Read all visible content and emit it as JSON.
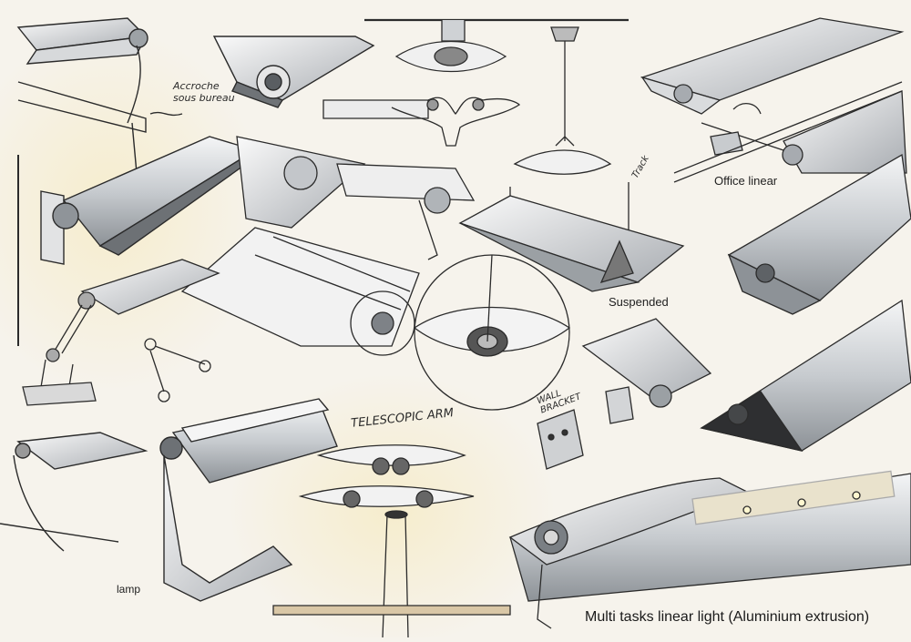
{
  "labels": {
    "note_under_desk": "Accroche sous bureau",
    "track": "Track",
    "office_linear": "Office linear",
    "suspended": "Suspended",
    "wall_bracket": "WALL BRACKET",
    "telescopic_arm": "TELESCOPIC ARM",
    "lamp": "lamp",
    "caption": "Multi tasks linear light (Aluminium extrusion)"
  },
  "colors": {
    "paper": "#f6f3ec",
    "ink": "#2b2b2b",
    "aluminium": "#c9ccd0",
    "shadow": "#3a3a3a",
    "warm_glow": "#f3e8c8"
  }
}
